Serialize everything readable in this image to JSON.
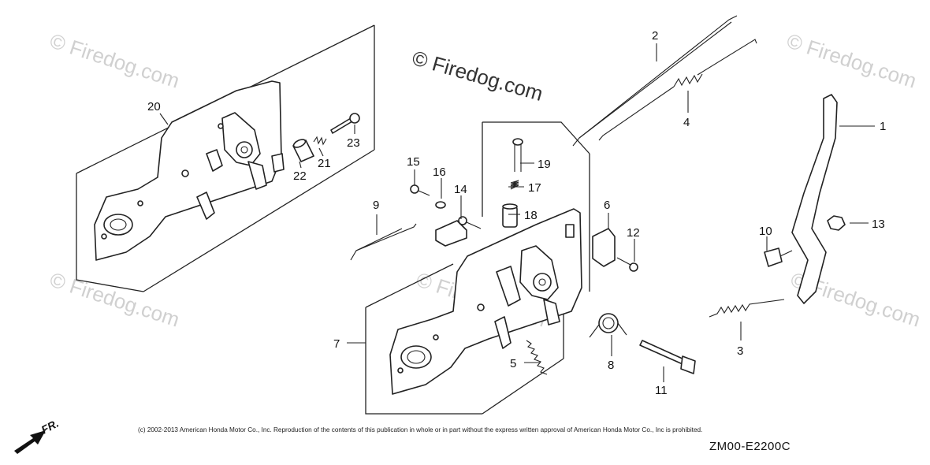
{
  "watermarks": {
    "main": "© Firedog.com",
    "faint": "© Firedog.com"
  },
  "callouts": [
    {
      "id": "c1",
      "label": "1"
    },
    {
      "id": "c2",
      "label": "2"
    },
    {
      "id": "c3",
      "label": "3"
    },
    {
      "id": "c4",
      "label": "4"
    },
    {
      "id": "c5",
      "label": "5"
    },
    {
      "id": "c6",
      "label": "6"
    },
    {
      "id": "c7",
      "label": "7"
    },
    {
      "id": "c8",
      "label": "8"
    },
    {
      "id": "c9",
      "label": "9"
    },
    {
      "id": "c10",
      "label": "10"
    },
    {
      "id": "c11",
      "label": "11"
    },
    {
      "id": "c12",
      "label": "12"
    },
    {
      "id": "c13",
      "label": "13"
    },
    {
      "id": "c14",
      "label": "14"
    },
    {
      "id": "c15",
      "label": "15"
    },
    {
      "id": "c16",
      "label": "16"
    },
    {
      "id": "c17",
      "label": "17"
    },
    {
      "id": "c18",
      "label": "18"
    },
    {
      "id": "c19",
      "label": "19"
    },
    {
      "id": "c20",
      "label": "20"
    },
    {
      "id": "c21",
      "label": "21"
    },
    {
      "id": "c22",
      "label": "22"
    },
    {
      "id": "c23",
      "label": "23"
    }
  ],
  "direction_label": "FR.",
  "copyright": "(c) 2002-2013 American Honda Motor Co., Inc. Reproduction of the contents of this publication in whole or in part without the express written approval of American Honda Motor Co., Inc is prohibited.",
  "diagram_code": "ZM00-E2200C"
}
